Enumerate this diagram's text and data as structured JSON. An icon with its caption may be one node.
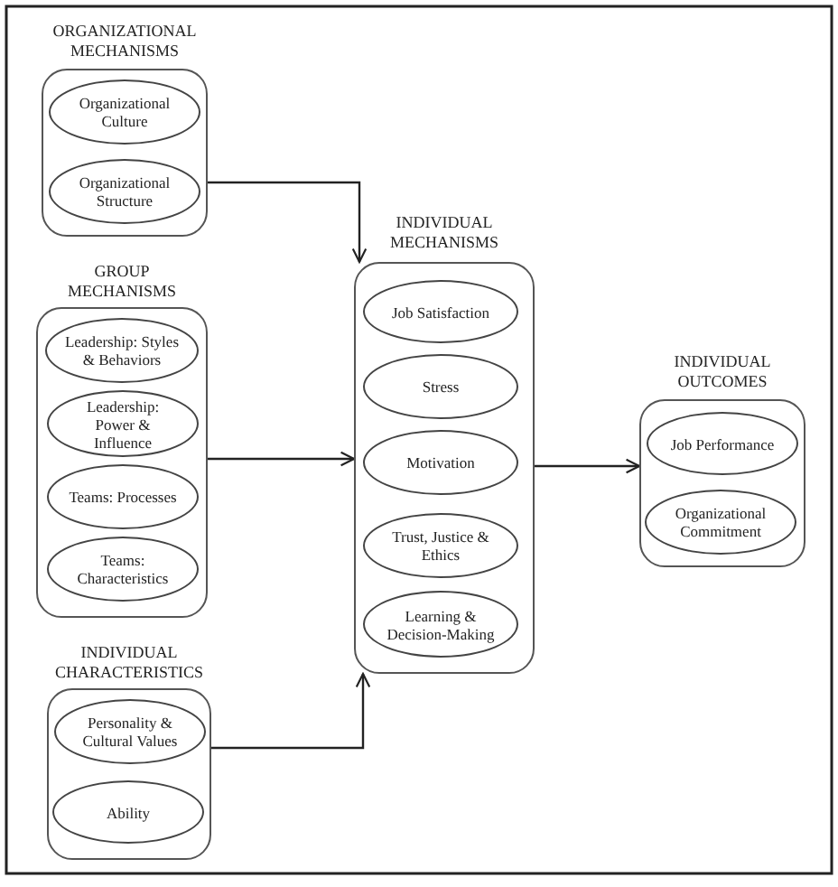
{
  "diagram": {
    "nodes": [
      {
        "text": [
          "ORGANIZATIONAL MECHANISMS"
        ]
      },
      {
        "text": [
          "Organizational Culture"
        ],
        "in": 0
      },
      {
        "text": [
          "Organizational Structure"
        ],
        "in": 0
      },
      {
        "text": [
          "GROUP MECHANISMS"
        ]
      },
      {
        "text": [
          "Leadership: Styles & Behaviors"
        ],
        "in": 3
      },
      {
        "text": [
          "Leadership: Power & Influence"
        ],
        "in": 3
      },
      {
        "text": [
          "Teams: Processes"
        ],
        "in": 3
      },
      {
        "text": [
          "Teams: Characteristics"
        ],
        "in": 3
      },
      {
        "text": [
          "INDIVIDUAL CHARACTERISTICS"
        ]
      },
      {
        "text": [
          "Personality & Cultural Values"
        ],
        "in": 8
      },
      {
        "text": [
          "Ability"
        ],
        "in": 8
      },
      {
        "text": [
          "INDIVIDUAL MECHANISMS"
        ]
      },
      {
        "text": [
          "Job Satisfaction"
        ],
        "in": 11
      },
      {
        "text": [
          "Stress"
        ],
        "in": 11
      },
      {
        "text": [
          "Motivation"
        ],
        "in": 11
      },
      {
        "text": [
          "Trust, Justice & Ethics"
        ],
        "in": 11
      },
      {
        "text": [
          "Learning & Decision-Making"
        ],
        "in": 11
      },
      {
        "text": [
          "INDIVIDUAL OUTCOMES"
        ]
      },
      {
        "text": [
          "Job Performance"
        ],
        "in": 17
      },
      {
        "text": [
          "Organizational Commitment"
        ],
        "in": 17
      }
    ],
    "edges": [
      {
        "from": 0,
        "to": 11,
        "arrow": "to"
      },
      {
        "from": 3,
        "to": 11,
        "arrow": "to"
      },
      {
        "from": 8,
        "to": 11,
        "arrow": "to"
      },
      {
        "from": 11,
        "to": 17,
        "arrow": "to"
      }
    ]
  }
}
